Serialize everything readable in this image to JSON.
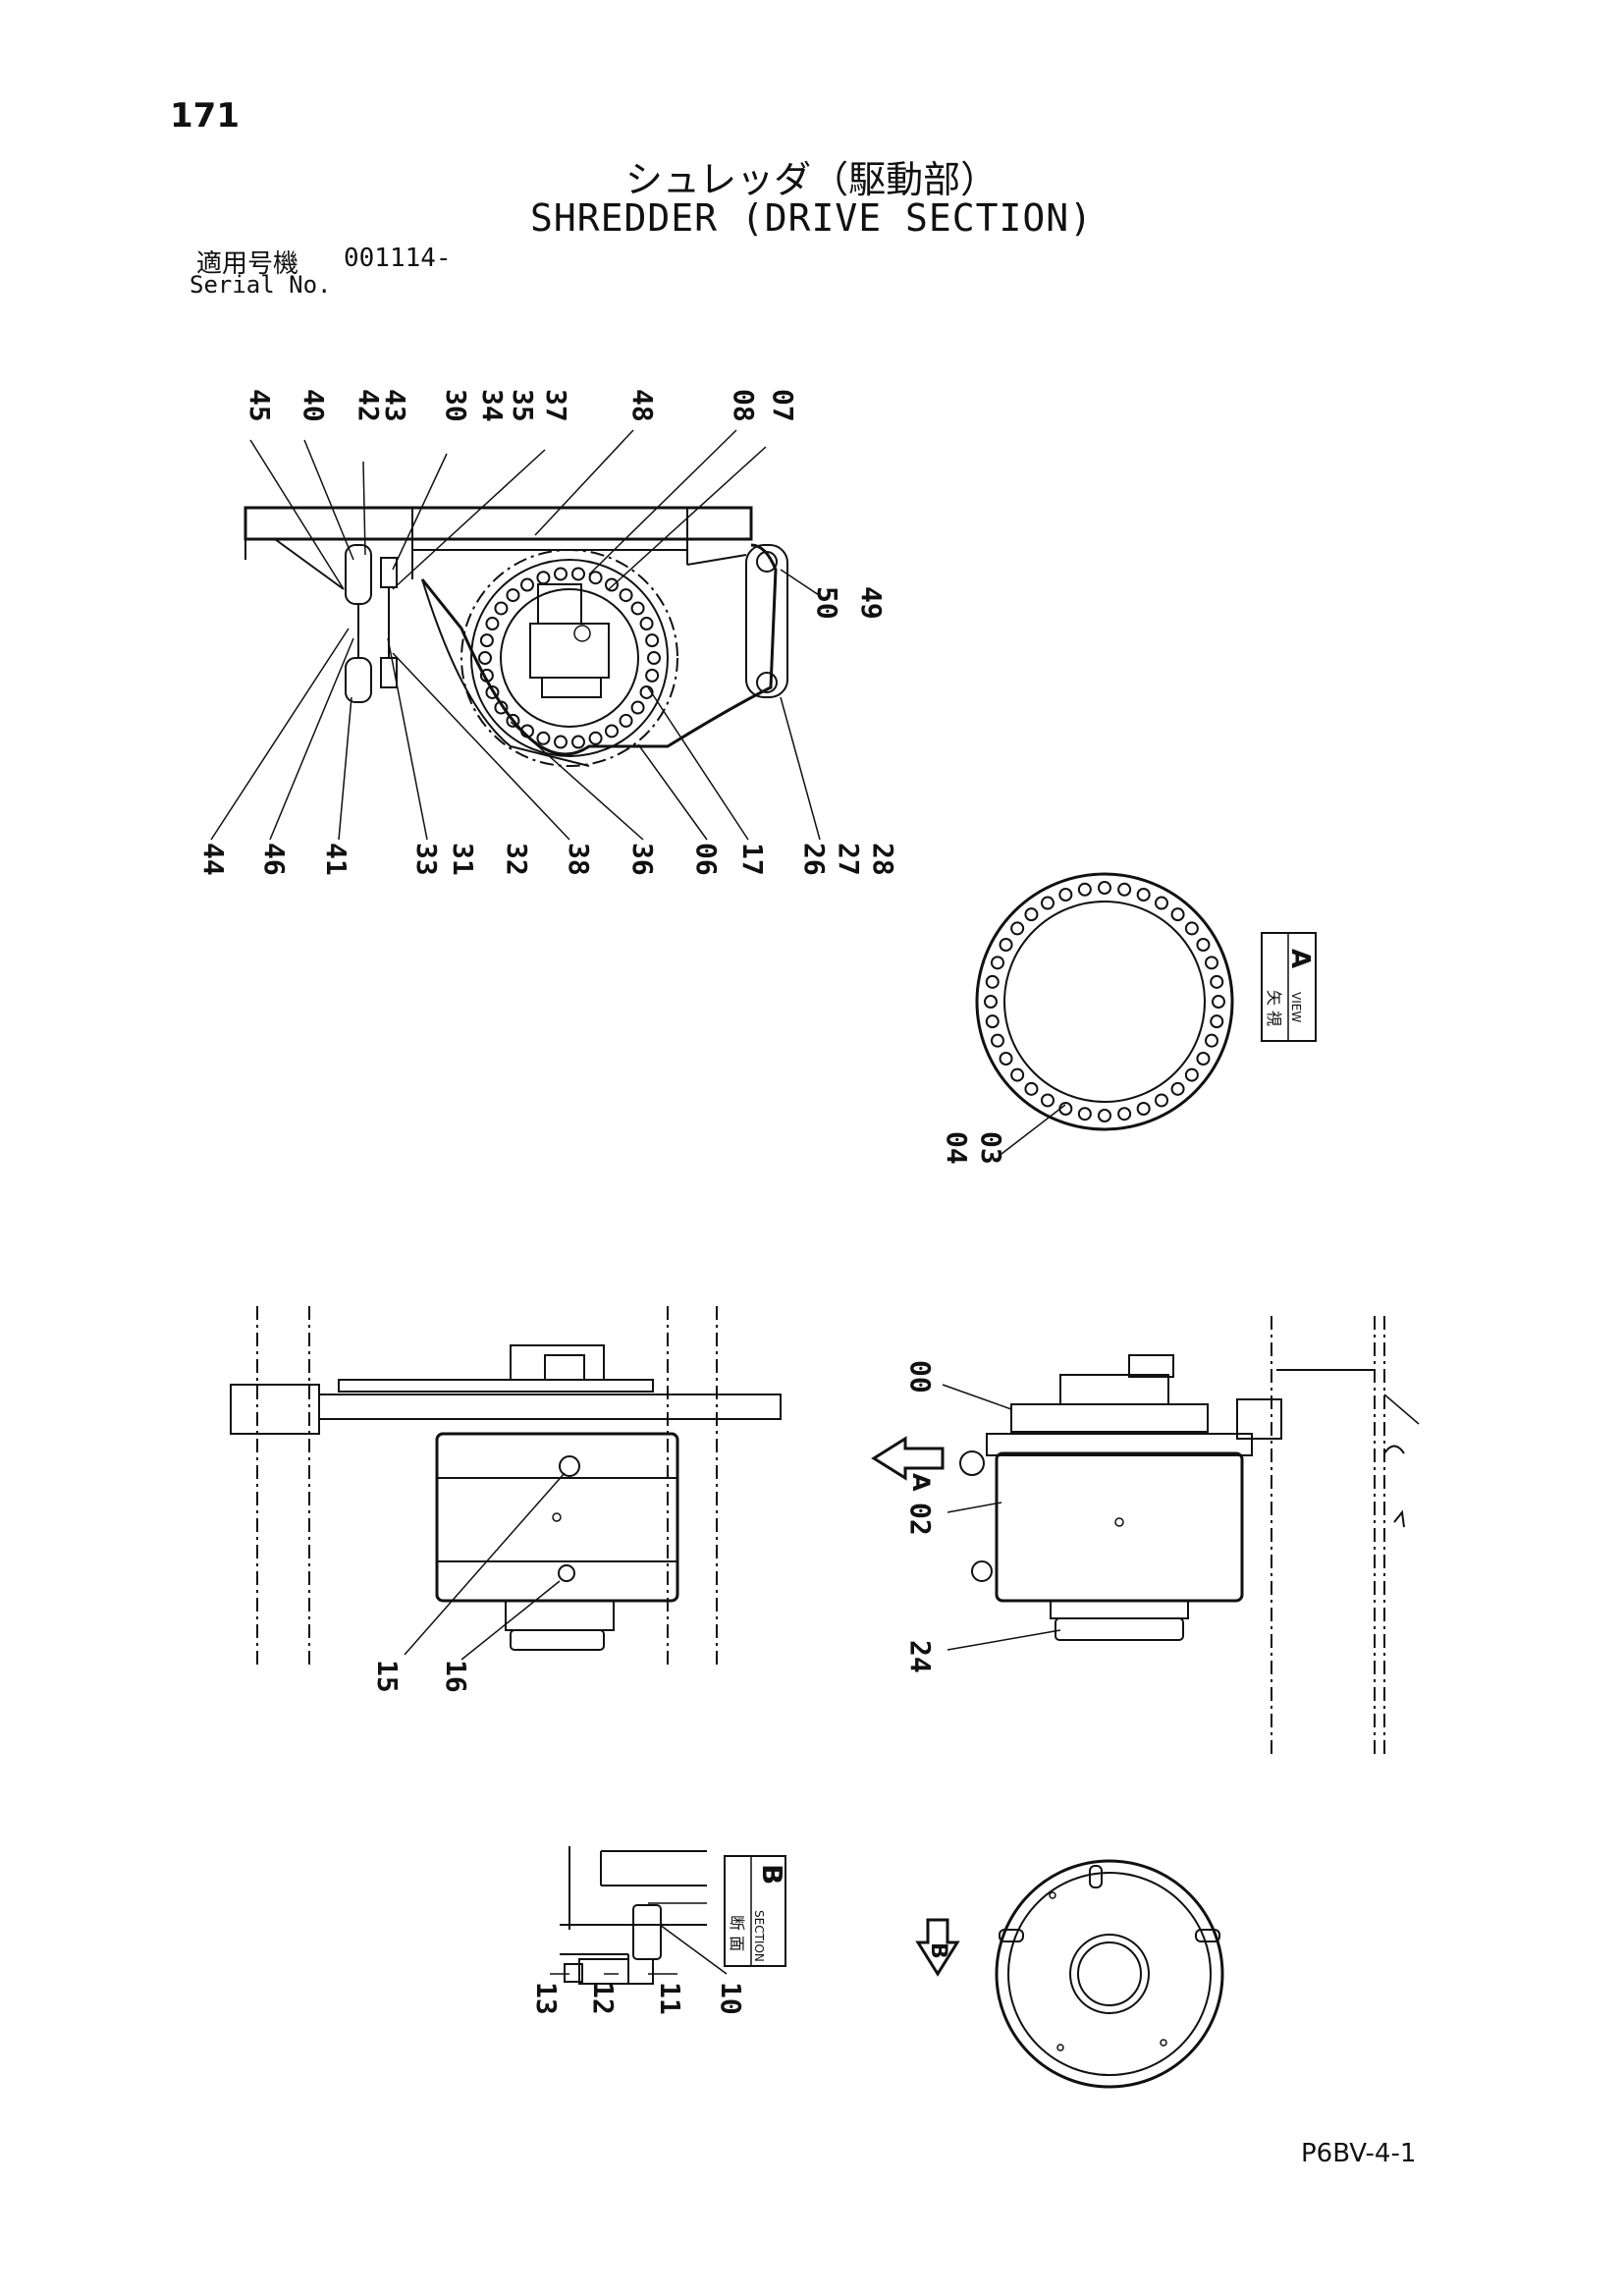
{
  "header": {
    "page_number": "171",
    "title_ja": "シュレッダ（駆動部）",
    "title_en": "SHREDDER (DRIVE SECTION)",
    "serial_label_ja": "適用号機",
    "serial_value": "001114-",
    "serial_label_en": "Serial No."
  },
  "callouts": {
    "top_view": [
      "45",
      "40",
      "42",
      "43",
      "30",
      "34",
      "35",
      "37",
      "48",
      "08",
      "07",
      "50",
      "49",
      "44",
      "46",
      "41",
      "33",
      "31",
      "32",
      "38",
      "36",
      "06",
      "17",
      "26",
      "27",
      "28"
    ],
    "view_a": [
      "04",
      "03"
    ],
    "side_view_left": [
      "15",
      "16"
    ],
    "side_view_right": [
      "00",
      "02",
      "24"
    ],
    "section_b": [
      "13",
      "12",
      "11",
      "10"
    ]
  },
  "view_labels": {
    "view_a_ja": "矢 視",
    "view_a_en": "VIEW",
    "view_a_letter": "A",
    "section_b_ja": "断 面",
    "section_b_en": "SECTION",
    "section_b_letter": "B",
    "arrow_a": "A",
    "arrow_b": "B"
  },
  "footer": {
    "drawing_code": "P6BV-4-1"
  }
}
